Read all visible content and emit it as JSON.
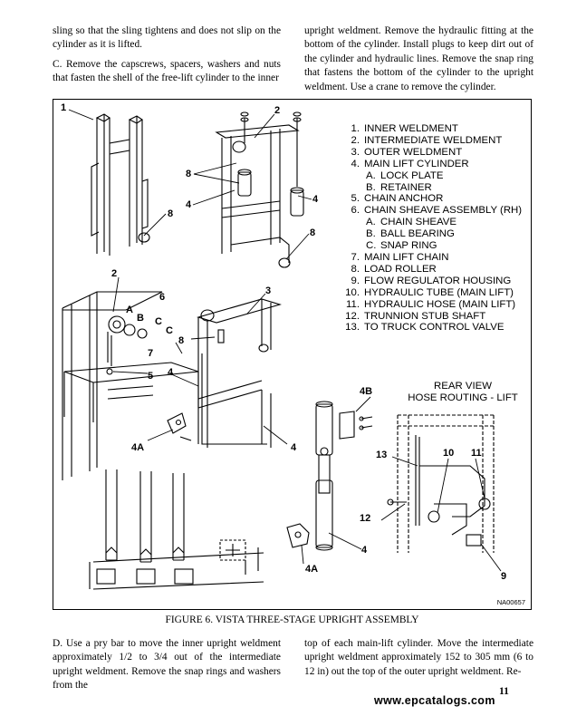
{
  "top_left_paragraphs": [
    "sling so that the sling tightens and does not slip on the cylinder as it is lifted.",
    "C. Remove the capscrews, spacers, washers and nuts that fasten the shell of the free-lift cylinder to the inner"
  ],
  "top_right_paragraphs": [
    "upright weldment. Remove the hydraulic fitting at the bottom of the cylinder. Install plugs to keep dirt out of the cylinder and hydraulic lines. Remove the snap ring that fastens the bottom of the cylinder to the upright weldment. Use a crane to remove the cylinder."
  ],
  "legend": [
    {
      "num": "1.",
      "label": "INNER WELDMENT"
    },
    {
      "num": "2.",
      "label": "INTERMEDIATE WELDMENT"
    },
    {
      "num": "3.",
      "label": "OUTER WELDMENT"
    },
    {
      "num": "4.",
      "label": "MAIN LIFT CYLINDER"
    },
    {
      "num": "A.",
      "label": "LOCK PLATE",
      "sub": true
    },
    {
      "num": "B.",
      "label": "RETAINER",
      "sub": true
    },
    {
      "num": "5.",
      "label": "CHAIN ANCHOR"
    },
    {
      "num": "6.",
      "label": "CHAIN SHEAVE ASSEMBLY (RH)"
    },
    {
      "num": "A.",
      "label": "CHAIN SHEAVE",
      "sub": true
    },
    {
      "num": "B.",
      "label": "BALL BEARING",
      "sub": true
    },
    {
      "num": "C.",
      "label": "SNAP RING",
      "sub": true
    },
    {
      "num": "7.",
      "label": "MAIN LIFT CHAIN"
    },
    {
      "num": "8.",
      "label": "LOAD ROLLER"
    },
    {
      "num": "9.",
      "label": "FLOW REGULATOR HOUSING"
    },
    {
      "num": "10.",
      "label": "HYDRAULIC TUBE (MAIN LIFT)"
    },
    {
      "num": "11.",
      "label": "HYDRAULIC HOSE (MAIN LIFT)"
    },
    {
      "num": "12.",
      "label": "TRUNNION STUB SHAFT"
    },
    {
      "num": "13.",
      "label": "TO TRUCK CONTROL VALVE"
    }
  ],
  "rear_view": {
    "line1": "REAR VIEW",
    "line2": "HOSE ROUTING - LIFT"
  },
  "callouts": {
    "c1": "1",
    "c2a": "2",
    "c8a": "8",
    "c4a": "4",
    "c8b": "8",
    "c4b": "4",
    "c8c": "8",
    "c2b": "2",
    "c6": "6",
    "cA": "A",
    "cB": "B",
    "cC1": "C",
    "cC2": "C",
    "c7": "7",
    "c5": "5",
    "c3": "3",
    "c8d": "8",
    "c4c": "4",
    "c4A1": "4A",
    "c4B": "4B",
    "c4d": "4",
    "c4e": "4",
    "c4A2": "4A",
    "c13": "13",
    "c10": "10",
    "c11": "11",
    "c12": "12",
    "c9": "9"
  },
  "part_number": "NA00657",
  "caption": "FIGURE 6. VISTA THREE-STAGE UPRIGHT ASSEMBLY",
  "bottom_left_paragraphs": [
    "D. Use a pry bar to move the inner upright weldment approximately 1/2 to 3/4 out of the intermediate upright weldment. Remove the snap rings and washers from the"
  ],
  "bottom_right_paragraphs": [
    "top of each main-lift cylinder. Move the intermediate upright weldment approximately 152 to 305 mm (6 to 12 in) out the top of the outer upright weldment. Re-"
  ],
  "page_number": "11",
  "watermark": "www.epcatalogs.com"
}
